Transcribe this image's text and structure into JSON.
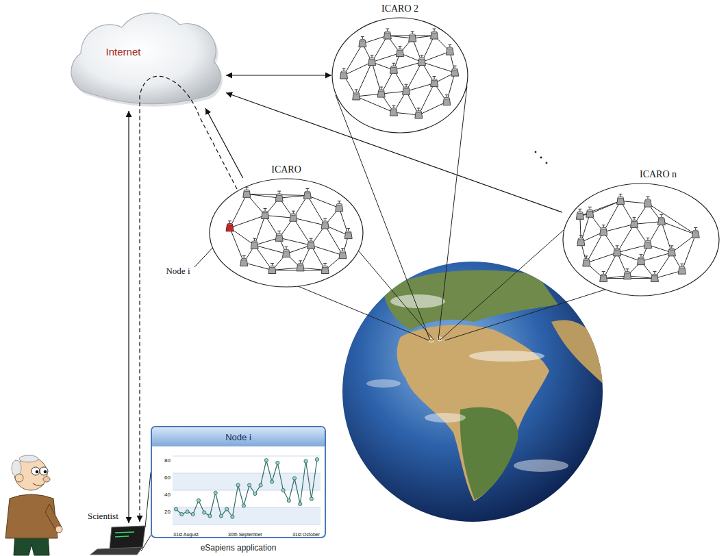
{
  "diagram": {
    "nodes": [
      {
        "text": [
          "Internet"
        ]
      },
      {
        "text": [
          "ICARO 2"
        ]
      },
      {
        "text": [
          "ICARO"
        ]
      },
      {
        "text": [
          "ICARO n"
        ]
      },
      {
        "text": [
          "Node i",
          "eSapiens application"
        ]
      }
    ],
    "edges": [
      {
        "from": 0,
        "to": 1,
        "arrow": "both"
      },
      {
        "from": 2,
        "to": 0,
        "arrow": "to"
      },
      {
        "from": 3,
        "to": 0,
        "arrow": "to"
      }
    ],
    "labels": [
      "Node i",
      "Scientist",
      "80",
      "60",
      "40",
      "20",
      "31st August",
      "30th September",
      "31st October"
    ]
  }
}
